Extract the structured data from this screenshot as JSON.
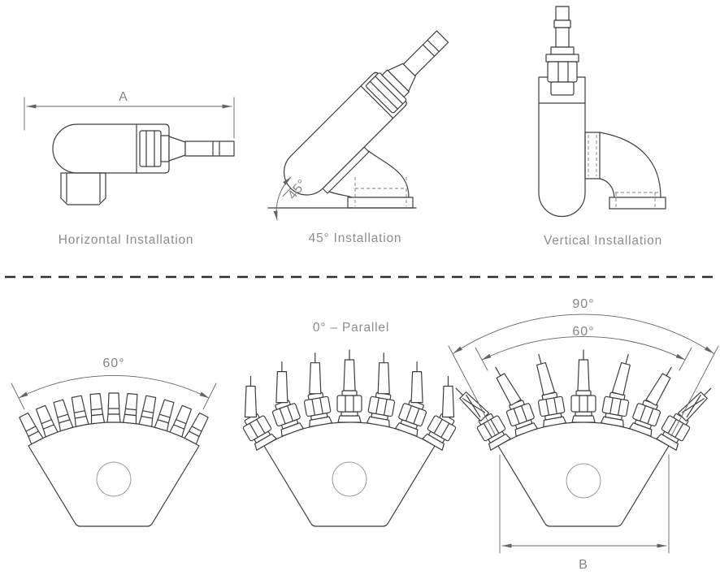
{
  "figures": {
    "horizontal": {
      "dim_label": "A",
      "caption": "Horizontal Installation"
    },
    "angled": {
      "angle_label": "45°",
      "caption": "45° Installation"
    },
    "vertical": {
      "caption": "Vertical Installation"
    },
    "fan_left": {
      "spread_label": "60°"
    },
    "fan_middle": {
      "caption": "0° – Parallel"
    },
    "fan_right": {
      "outer_spread_label": "90°",
      "inner_spread_label": "60°",
      "width_label": "B"
    }
  },
  "colors": {
    "outline": "#3d3d3d",
    "dimension_line": "#646464",
    "caption_text": "#8c8c8c",
    "hidden_line": "#787878",
    "background": "#ffffff"
  }
}
